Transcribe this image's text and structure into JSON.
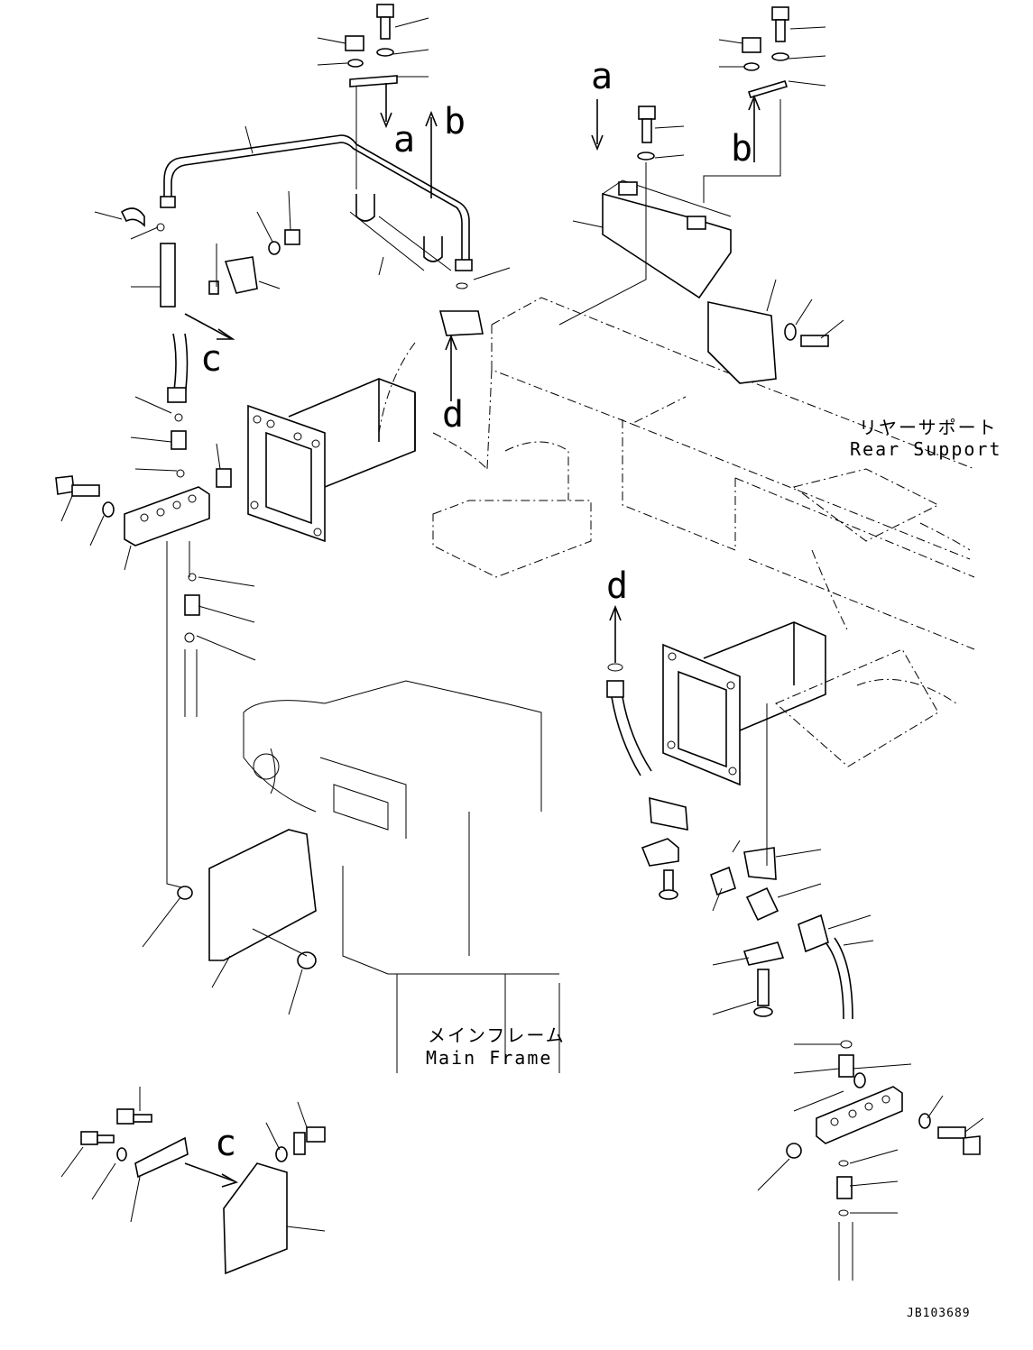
{
  "labels": {
    "a_top": "a",
    "b_top": "b",
    "a_right": "a",
    "b_right": "b",
    "c_left": "c",
    "c_bottom": "c",
    "d_upper": "d",
    "d_lower": "d"
  },
  "captions": {
    "rear_support_jp": "リヤーサポート",
    "rear_support_en": "Rear Support",
    "main_frame_jp": "メインフレーム",
    "main_frame_en": "Main Frame"
  },
  "drawing_id": "JB103689"
}
